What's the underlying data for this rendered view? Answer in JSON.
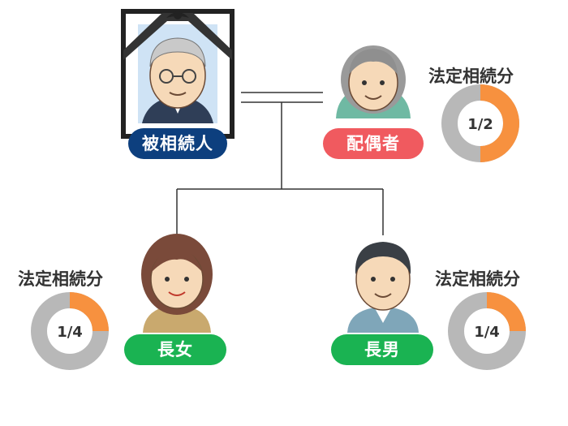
{
  "colors": {
    "deceased": "#0d3f7e",
    "spouse": "#f05a5f",
    "child": "#1ab352",
    "share_fill": "#f7913f",
    "share_rest": "#b8b8b8",
    "line": "#333333"
  },
  "people": {
    "deceased": {
      "label": "被相続人"
    },
    "spouse": {
      "label": "配偶者"
    },
    "daughter": {
      "label": "長女"
    },
    "son": {
      "label": "長男"
    }
  },
  "shares": {
    "spouse": {
      "title": "法定相続分",
      "fraction": "1/2",
      "value": 0.5
    },
    "daughter": {
      "title": "法定相続分",
      "fraction": "1/4",
      "value": 0.25
    },
    "son": {
      "title": "法定相続分",
      "fraction": "1/4",
      "value": 0.25
    }
  }
}
